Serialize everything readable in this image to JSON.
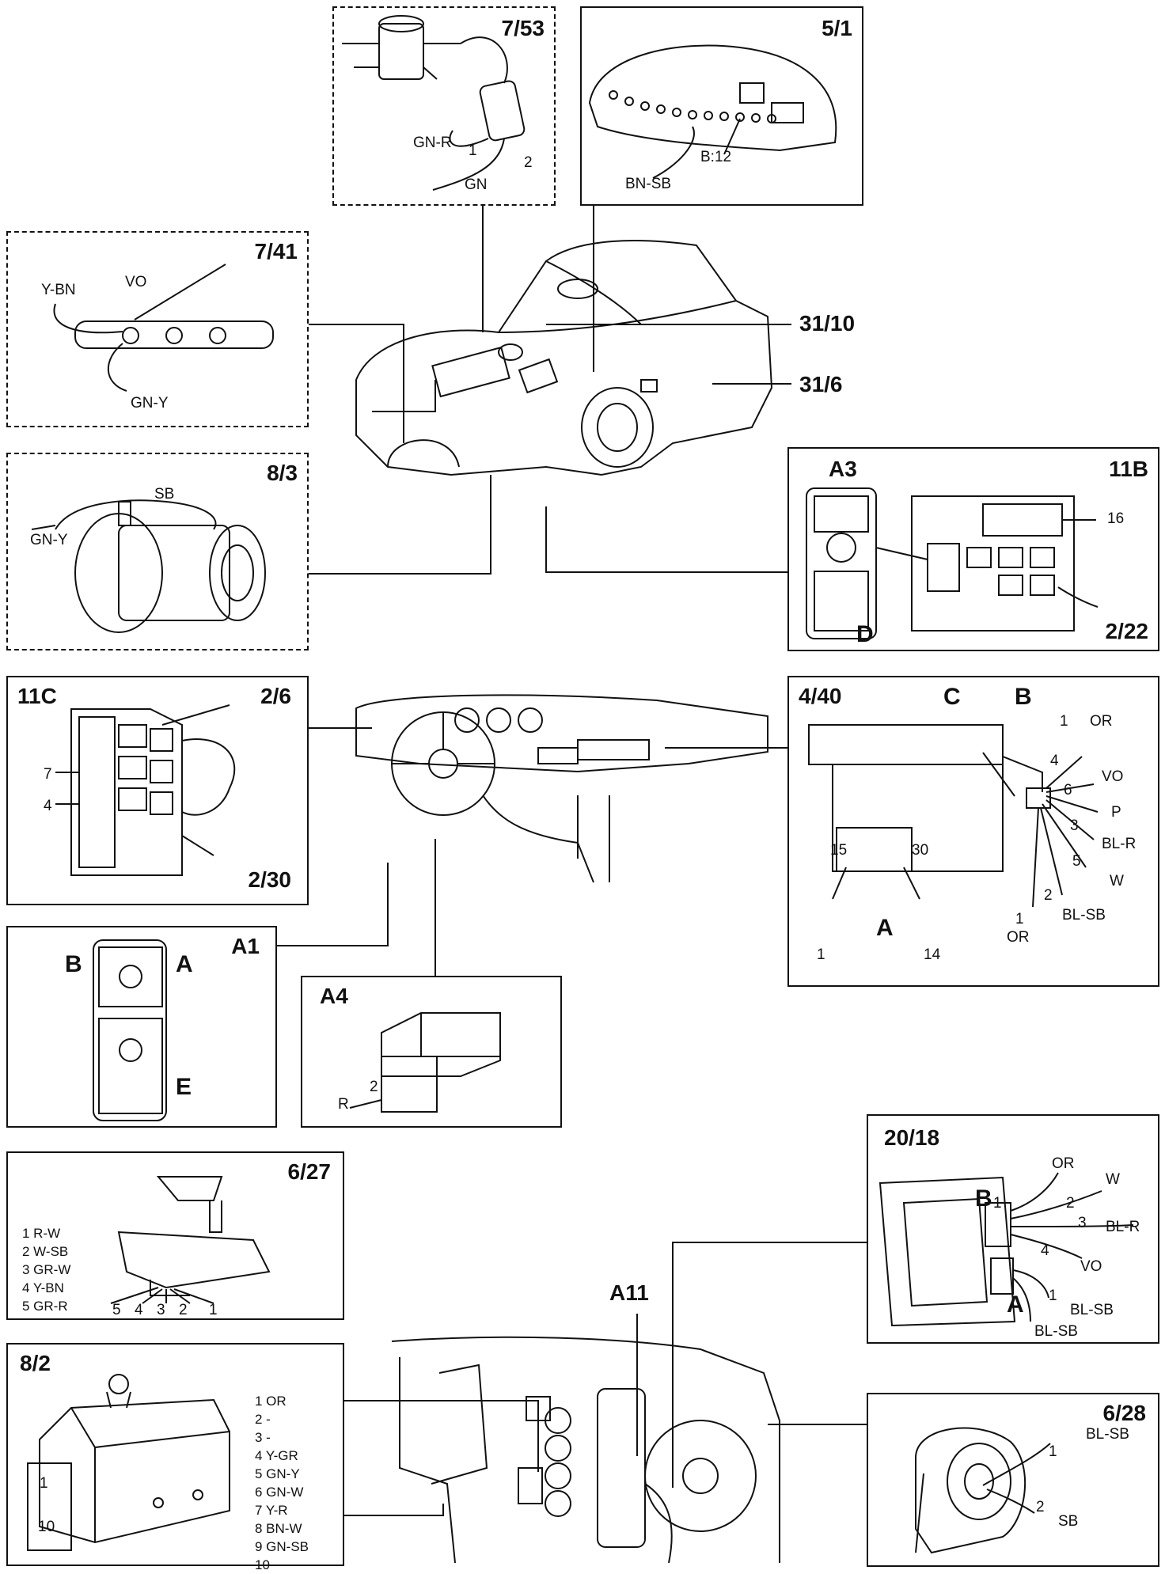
{
  "panels": {
    "p753": {
      "title": "7/53",
      "labels": {
        "gnr": "GN-R",
        "p1": "1",
        "gn": "GN",
        "p2": "2"
      }
    },
    "p51": {
      "title": "5/1",
      "labels": {
        "b12": "B:12",
        "bnsb": "BN-SB"
      }
    },
    "p741": {
      "title": "7/41",
      "labels": {
        "ybn": "Y-BN",
        "vo": "VO",
        "gny": "GN-Y"
      }
    },
    "p83": {
      "title": "8/3",
      "labels": {
        "sb": "SB",
        "gny": "GN-Y"
      }
    },
    "p11b": {
      "title": "11B",
      "labels": {
        "a3": "A3",
        "d": "D",
        "n16": "16",
        "n222": "2/22"
      }
    },
    "p11c": {
      "title": "11C",
      "labels": {
        "n26": "2/6",
        "n7": "7",
        "n4": "4",
        "n230": "2/30"
      }
    },
    "p440": {
      "title": "4/40",
      "labels": {
        "c": "C",
        "b": "B",
        "a": "A",
        "n1a": "1",
        "or1": "OR",
        "n4": "4",
        "vo": "VO",
        "n6": "6",
        "p": "P",
        "n3": "3",
        "blr": "BL-R",
        "n5": "5",
        "w": "W",
        "n2": "2",
        "blsb": "BL-SB",
        "n1b": "1",
        "or2": "OR",
        "n15": "15",
        "n30": "30",
        "n1c": "1",
        "n14": "14"
      }
    },
    "pa1": {
      "title": "A1",
      "labels": {
        "b": "B",
        "a": "A",
        "e": "E"
      }
    },
    "pa4": {
      "title": "A4",
      "labels": {
        "r": "R",
        "n2": "2"
      }
    },
    "p627": {
      "title": "6/27",
      "pins": [
        "1 R-W",
        "2 W-SB",
        "3 GR-W",
        "4 Y-BN",
        "5 GR-R"
      ],
      "pin_numbers": [
        "5",
        "4",
        "3",
        "2",
        "1"
      ]
    },
    "p82": {
      "title": "8/2",
      "pins": [
        "1 OR",
        "2 -",
        "3 -",
        "4 Y-GR",
        "5 GN-Y",
        "6 GN-W",
        "7 Y-R",
        "8 BN-W",
        "9 GN-SB",
        "10 -"
      ],
      "labels": {
        "n1": "1",
        "n10": "10"
      }
    },
    "p2018": {
      "title": "20/18",
      "labels": {
        "b": "B",
        "b1": "1",
        "or": "OR",
        "w": "W",
        "n2": "2",
        "n3": "3",
        "blr": "BL-R",
        "n4": "4",
        "vo": "VO",
        "a": "A",
        "n1": "1",
        "blsb1": "BL-SB",
        "blsb2": "BL-SB"
      }
    },
    "p628": {
      "title": "6/28",
      "labels": {
        "n1": "1",
        "blsb": "BL-SB",
        "n2": "2",
        "sb": "SB"
      }
    }
  },
  "refs": {
    "r3110": "31/10",
    "r316": "31/6",
    "a11": "A11"
  },
  "colors": {
    "line": "#111111",
    "background": "#ffffff"
  }
}
